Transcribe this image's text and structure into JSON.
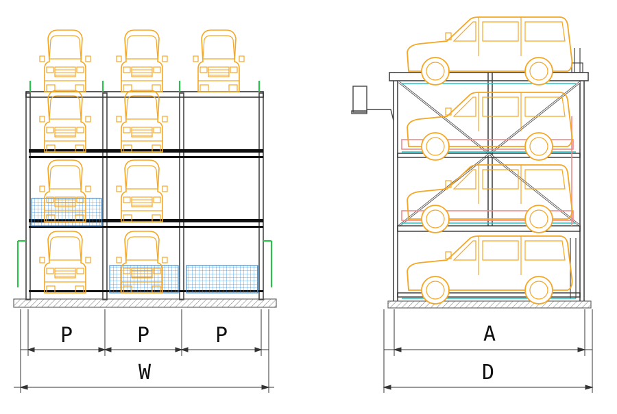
{
  "diagram": {
    "front_view": {
      "bay_labels": [
        "P",
        "P",
        "P"
      ],
      "width_label": "W"
    },
    "side_view": {
      "length_label": "A",
      "depth_label": "D"
    }
  },
  "colors": {
    "frame": "#555555",
    "beam": "#111111",
    "car": "#f5a623",
    "mesh": "#3a8fd8",
    "green": "#2bc14a",
    "cyan": "#1fc9c9",
    "pink": "#f08a8a",
    "ground": "#999999",
    "dimension": "#333333"
  },
  "icons": [
    "car-front-icon",
    "car-side-icon",
    "ladder-icon",
    "hatched-ground-icon"
  ]
}
